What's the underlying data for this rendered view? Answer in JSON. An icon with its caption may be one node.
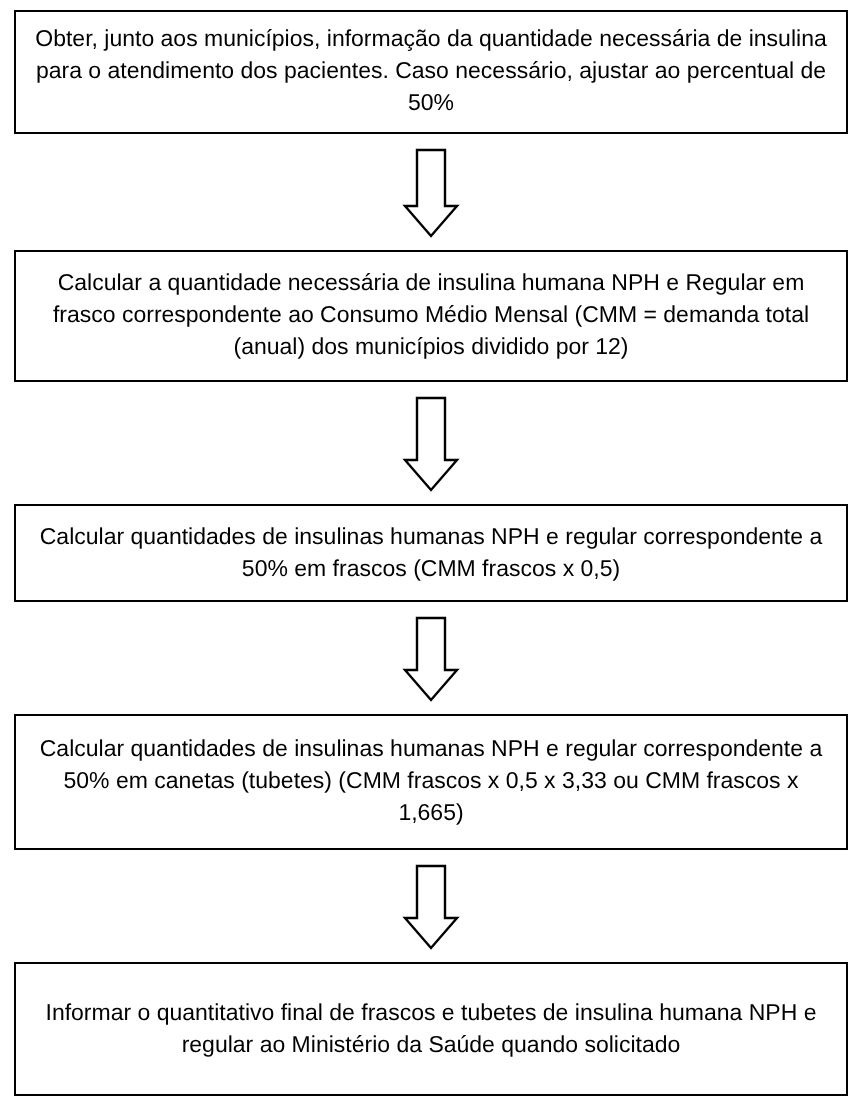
{
  "diagram": {
    "nodes": [
      {
        "text": [
          "Obter, junto aos municípios, informação da quantidade necessária de insulina para o atendimento dos pacientes. Caso necessário, ajustar ao percentual de 50%"
        ]
      },
      {
        "text": [
          "Calcular a quantidade necessária de insulina humana NPH e Regular em frasco correspondente ao Consumo Médio Mensal (CMM = demanda total (anual) dos municípios dividido por 12)"
        ]
      },
      {
        "text": [
          "Calcular quantidades de insulinas humanas NPH e regular correspondente a 50% em frascos (CMM frascos x 0,5)"
        ]
      },
      {
        "text": [
          "Calcular quantidades de insulinas humanas NPH e regular correspondente a 50% em canetas (tubetes) (CMM frascos x 0,5 x 3,33 ou CMM frascos x 1,665)"
        ]
      },
      {
        "text": [
          "Informar o quantitativo final de frascos e tubetes de insulina humana NPH e regular ao Ministério da Saúde quando solicitado"
        ]
      }
    ],
    "edges": [
      {
        "from": 0,
        "to": 1,
        "arrow": "to"
      },
      {
        "from": 1,
        "to": 2,
        "arrow": "to"
      },
      {
        "from": 2,
        "to": 3,
        "arrow": "to"
      },
      {
        "from": 3,
        "to": 4,
        "arrow": "to"
      }
    ]
  }
}
